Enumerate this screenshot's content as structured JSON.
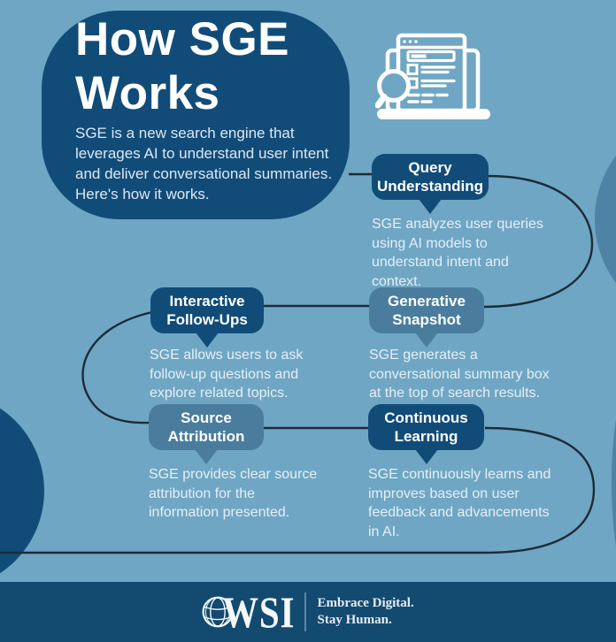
{
  "colors": {
    "background": "#6FA6C3",
    "navy": "#114C79",
    "steel": "#4A7D9D",
    "decor_circle": "#4F83A6",
    "connector_line": "#1C2B39",
    "footer_background": "#134A70",
    "body_text": "#E6EFF7"
  },
  "hero": {
    "title": "How SGE\nWorks",
    "description": "SGE is a new search engine that\nleverages AI to understand user intent\nand deliver conversational summaries.\nHere's how it works."
  },
  "icons": {
    "hero_icon": "laptop-browser-magnifier",
    "footer_logo_icon": "globe"
  },
  "stages": [
    {
      "label": "Query\nUnderstanding",
      "style": "navy",
      "description": "SGE analyzes user queries\nusing AI models to\nunderstand intent and\ncontext."
    },
    {
      "label": "Interactive\nFollow-Ups",
      "style": "navy",
      "description": "SGE allows users to ask\nfollow-up questions and\nexplore related topics."
    },
    {
      "label": "Generative\nSnapshot",
      "style": "steel",
      "description": "SGE generates a\nconversational summary box\nat the top of search results."
    },
    {
      "label": "Source\nAttribution",
      "style": "steel",
      "description": "SGE provides clear source\nattribution for the\ninformation presented."
    },
    {
      "label": "Continuous\nLearning",
      "style": "navy",
      "description": "SGE continuously learns and\nimproves based on user\nfeedback and advancements\nin AI."
    }
  ],
  "footer": {
    "logo_text": "WSI",
    "tagline": "Embrace Digital.\nStay Human."
  }
}
